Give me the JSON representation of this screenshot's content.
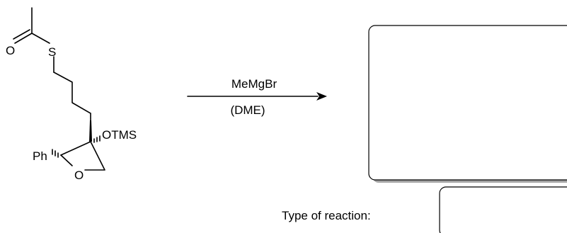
{
  "molecule": {
    "atoms": {
      "oxygen_carbonyl": "O",
      "sulfur": "S",
      "phenyl": "Ph",
      "otms": "OTMS",
      "oxygen_ring": "O"
    }
  },
  "reaction": {
    "reagent": "MeMgBr",
    "solvent": "(DME)"
  },
  "prompt": {
    "type_label": "Type of reaction:"
  },
  "answer_boxes": {
    "product_value": "",
    "type_value": ""
  }
}
